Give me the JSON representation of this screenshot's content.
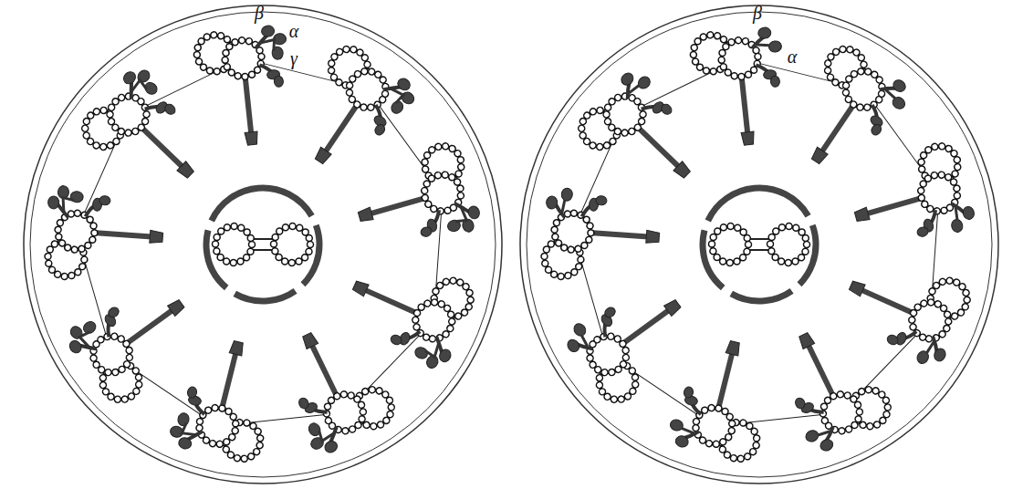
{
  "diagram": {
    "labels": [
      "β",
      "α",
      "γ",
      "β",
      "α"
    ]
  }
}
